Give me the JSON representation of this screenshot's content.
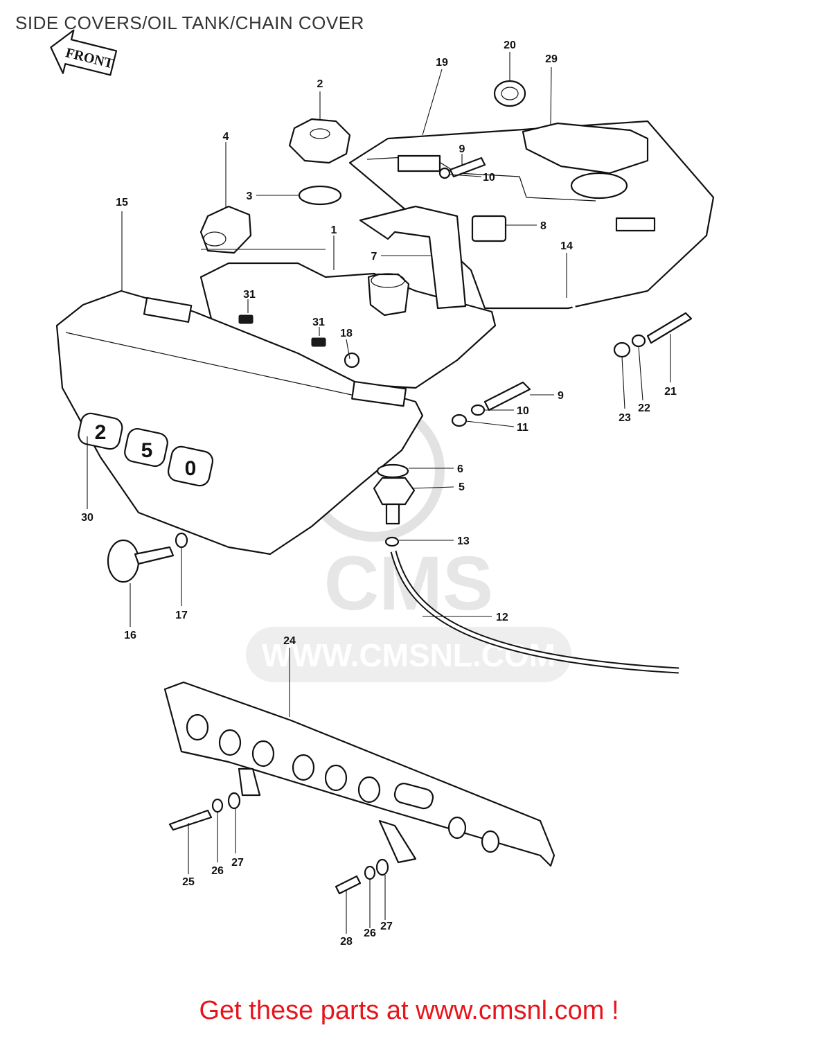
{
  "header": {
    "title": "SIDE COVERS/OIL TANK/CHAIN COVER"
  },
  "front_arrow": {
    "label": "FRONT"
  },
  "watermark": {
    "logo": "CMS",
    "url": "WWW.CMSNL.COM"
  },
  "callouts": [
    {
      "id": "c1",
      "label": "1"
    },
    {
      "id": "c2",
      "label": "2"
    },
    {
      "id": "c3",
      "label": "3"
    },
    {
      "id": "c4",
      "label": "4"
    },
    {
      "id": "c5",
      "label": "5"
    },
    {
      "id": "c6",
      "label": "6"
    },
    {
      "id": "c7",
      "label": "7"
    },
    {
      "id": "c8",
      "label": "8"
    },
    {
      "id": "c9a",
      "label": "9"
    },
    {
      "id": "c9b",
      "label": "9"
    },
    {
      "id": "c10a",
      "label": "10"
    },
    {
      "id": "c10b",
      "label": "10"
    },
    {
      "id": "c11",
      "label": "11"
    },
    {
      "id": "c12",
      "label": "12"
    },
    {
      "id": "c13",
      "label": "13"
    },
    {
      "id": "c14",
      "label": "14"
    },
    {
      "id": "c15",
      "label": "15"
    },
    {
      "id": "c16",
      "label": "16"
    },
    {
      "id": "c17",
      "label": "17"
    },
    {
      "id": "c18",
      "label": "18"
    },
    {
      "id": "c19",
      "label": "19"
    },
    {
      "id": "c20",
      "label": "20"
    },
    {
      "id": "c21",
      "label": "21"
    },
    {
      "id": "c22",
      "label": "22"
    },
    {
      "id": "c23",
      "label": "23"
    },
    {
      "id": "c24",
      "label": "24"
    },
    {
      "id": "c25",
      "label": "25"
    },
    {
      "id": "c26a",
      "label": "26"
    },
    {
      "id": "c26b",
      "label": "26"
    },
    {
      "id": "c27a",
      "label": "27"
    },
    {
      "id": "c27b",
      "label": "27"
    },
    {
      "id": "c28",
      "label": "28"
    },
    {
      "id": "c29",
      "label": "29"
    },
    {
      "id": "c30",
      "label": "30"
    },
    {
      "id": "c31a",
      "label": "31"
    },
    {
      "id": "c31b",
      "label": "31"
    }
  ],
  "footer": {
    "link_text": "Get these parts at www.cmsnl.com !"
  },
  "colors": {
    "footer_link": "#e8141b",
    "line_art": "#111111",
    "watermark": "#e2e2e2"
  }
}
